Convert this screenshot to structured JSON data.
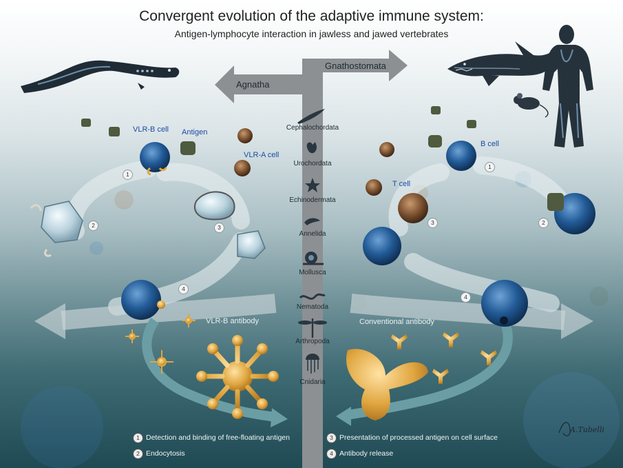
{
  "title": "Convergent evolution of the adaptive immune system:",
  "subtitle": "Antigen-lymphocyte interaction in jawless and jawed vertebrates",
  "branches": {
    "left": "Agnatha",
    "right": "Gnathostomata"
  },
  "taxa": [
    {
      "label": "Cephalochordata",
      "icon": "lancelet-icon"
    },
    {
      "label": "Urochordata",
      "icon": "tunicate-icon"
    },
    {
      "label": "Echinodermata",
      "icon": "starfish-icon"
    },
    {
      "label": "Annelida",
      "icon": "worm-icon"
    },
    {
      "label": "Mollusca",
      "icon": "snail-icon"
    },
    {
      "label": "Nematoda",
      "icon": "nematode-icon"
    },
    {
      "label": "Arthropoda",
      "icon": "dragonfly-icon"
    },
    {
      "label": "Cnidaria",
      "icon": "jellyfish-icon"
    }
  ],
  "left_labels": {
    "vlrb_cell": "VLR-B cell",
    "antigen": "Antigen",
    "vlra_cell": "VLR-A cell",
    "vlrb_antibody": "VLR-B antibody"
  },
  "right_labels": {
    "b_cell": "B cell",
    "t_cell": "T cell",
    "conventional_antibody": "Conventional antibody"
  },
  "step_numbers": [
    "1",
    "2",
    "3",
    "4"
  ],
  "legend": [
    {
      "num": "1",
      "text": "Detection and binding of free-floating antigen"
    },
    {
      "num": "2",
      "text": "Endocytosis"
    },
    {
      "num": "3",
      "text": "Presentation of processed antigen on cell surface"
    },
    {
      "num": "4",
      "text": "Antibody release"
    }
  ],
  "signature": "A.Tubelli",
  "colors": {
    "cell_blue": "#1f4f86",
    "antibody_gold": "#e0a640",
    "antigen_green": "#4f5a3e",
    "t_cell_brown": "#7a5030",
    "arrow_gray": "#8a8f92"
  }
}
